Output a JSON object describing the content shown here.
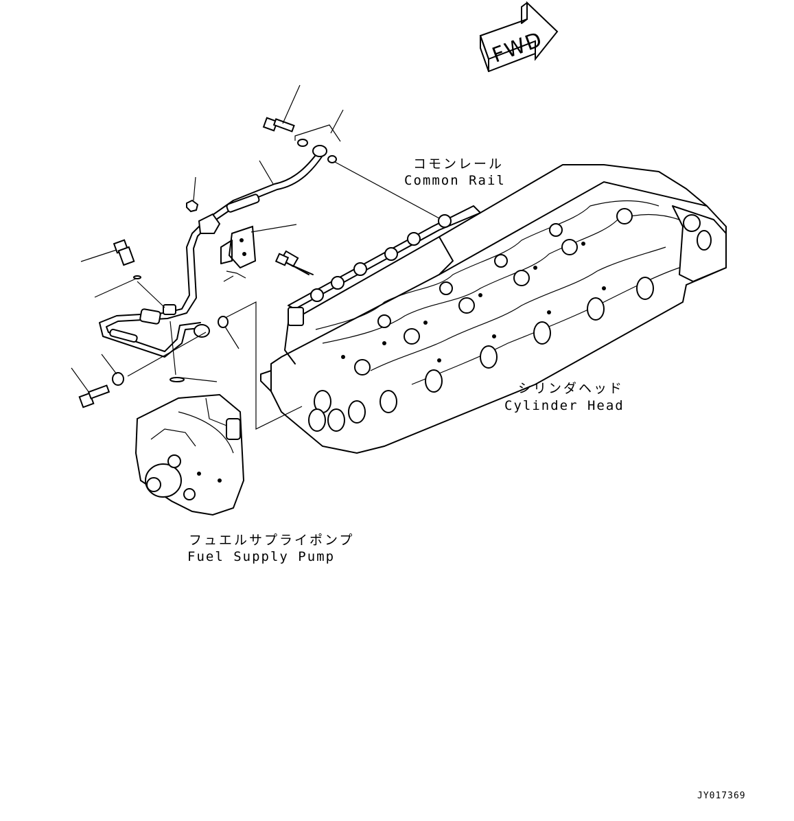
{
  "fwd_label": "FWD",
  "labels": {
    "common_rail_jp": "コモンレール",
    "common_rail_en": "Common Rail",
    "cylinder_head_jp": "シリンダヘッド",
    "cylinder_head_en": "Cylinder Head",
    "fuel_pump_jp": "フュエルサプライポンプ",
    "fuel_pump_en": "Fuel Supply Pump"
  },
  "drawing_code": "JY017369"
}
